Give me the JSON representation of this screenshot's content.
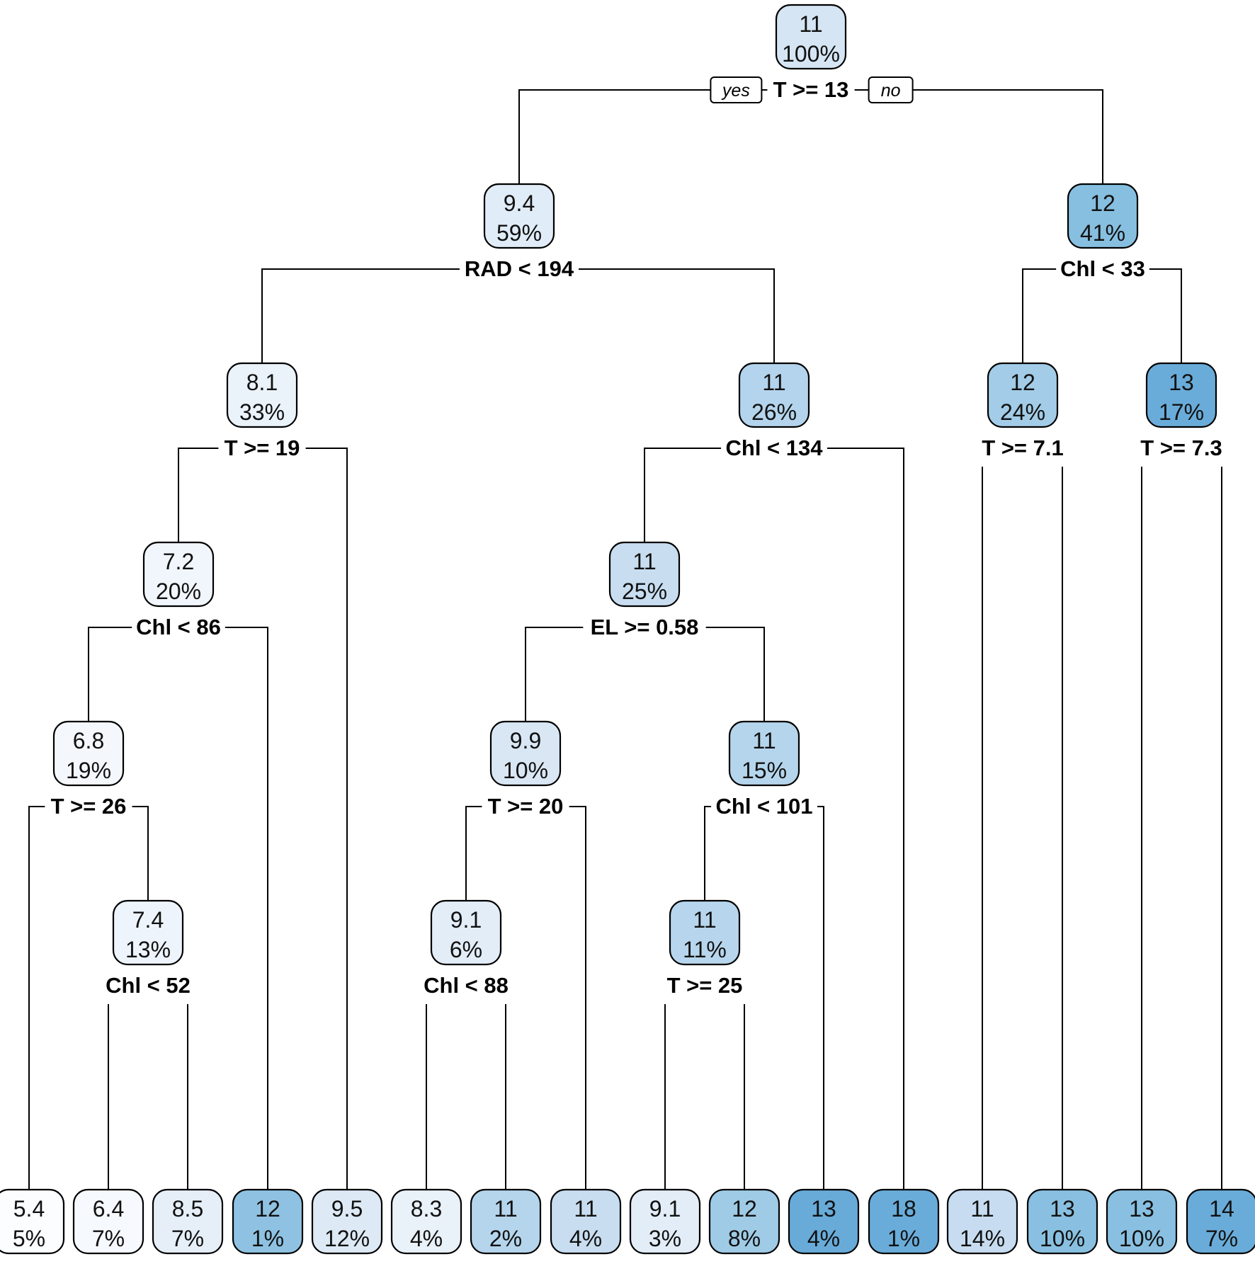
{
  "tree": {
    "root": {
      "value": "11",
      "pct": "100%",
      "color": "#d5e5f3",
      "split": "T >= 13",
      "yes_label": "yes",
      "no_label": "no",
      "left": {
        "value": "9.4",
        "pct": "59%",
        "color": "#e0ecf7",
        "split": "RAD < 194",
        "left": {
          "value": "8.1",
          "pct": "33%",
          "color": "#eaf2fa",
          "split": "T >= 19",
          "left": {
            "value": "7.2",
            "pct": "20%",
            "color": "#f1f6fc",
            "split": "Chl < 86",
            "left": {
              "value": "6.8",
              "pct": "19%",
              "color": "#f4f8fd",
              "split": "T >= 26",
              "left": {
                "value": "5.4",
                "pct": "5%",
                "color": "#fbfdff"
              },
              "right": {
                "value": "7.4",
                "pct": "13%",
                "color": "#eef4fb",
                "split": "Chl < 52",
                "left": {
                  "value": "6.4",
                  "pct": "7%",
                  "color": "#f6f9fd"
                },
                "right": {
                  "value": "8.5",
                  "pct": "7%",
                  "color": "#e6eff8"
                }
              }
            },
            "right": {
              "value": "12",
              "pct": "1%",
              "color": "#8fc2e2"
            }
          },
          "right": {
            "value": "9.5",
            "pct": "12%",
            "color": "#dde9f5"
          }
        },
        "right": {
          "value": "11",
          "pct": "26%",
          "color": "#b3d4ec",
          "split": "Chl < 134",
          "left": {
            "value": "11",
            "pct": "25%",
            "color": "#c8ddf0",
            "split": "EL >= 0.58",
            "left": {
              "value": "9.9",
              "pct": "10%",
              "color": "#d9e7f5",
              "split": "T >= 20",
              "left": {
                "value": "9.1",
                "pct": "6%",
                "color": "#e3edf8",
                "split": "Chl < 88",
                "left": {
                  "value": "8.3",
                  "pct": "4%",
                  "color": "#e9f1f9"
                },
                "right": {
                  "value": "11",
                  "pct": "2%",
                  "color": "#b5d5ec"
                }
              },
              "right": {
                "value": "11",
                "pct": "4%",
                "color": "#c8ddf0"
              }
            },
            "right": {
              "value": "11",
              "pct": "15%",
              "color": "#b5d5ec",
              "split": "Chl < 101",
              "left": {
                "value": "11",
                "pct": "11%",
                "color": "#b7d6ed",
                "split": "T >= 25",
                "left": {
                  "value": "9.1",
                  "pct": "3%",
                  "color": "#e3edf8"
                },
                "right": {
                  "value": "12",
                  "pct": "8%",
                  "color": "#9fcbe6"
                }
              },
              "right": {
                "value": "13",
                "pct": "4%",
                "color": "#68abd8"
              }
            }
          },
          "right": {
            "value": "18",
            "pct": "1%",
            "color": "#6aacd9"
          }
        }
      },
      "right": {
        "value": "12",
        "pct": "41%",
        "color": "#87bfe0",
        "split": "Chl < 33",
        "left": {
          "value": "12",
          "pct": "24%",
          "color": "#a2cce7",
          "split": "T >= 7.1",
          "left": {
            "value": "11",
            "pct": "14%",
            "color": "#c7dcf0"
          },
          "right": {
            "value": "13",
            "pct": "10%",
            "color": "#89c0e1"
          }
        },
        "right": {
          "value": "13",
          "pct": "17%",
          "color": "#6aacd9",
          "split": "T >= 7.3",
          "left": {
            "value": "13",
            "pct": "10%",
            "color": "#89c0e1"
          },
          "right": {
            "value": "14",
            "pct": "7%",
            "color": "#6aacd9"
          }
        }
      }
    }
  }
}
